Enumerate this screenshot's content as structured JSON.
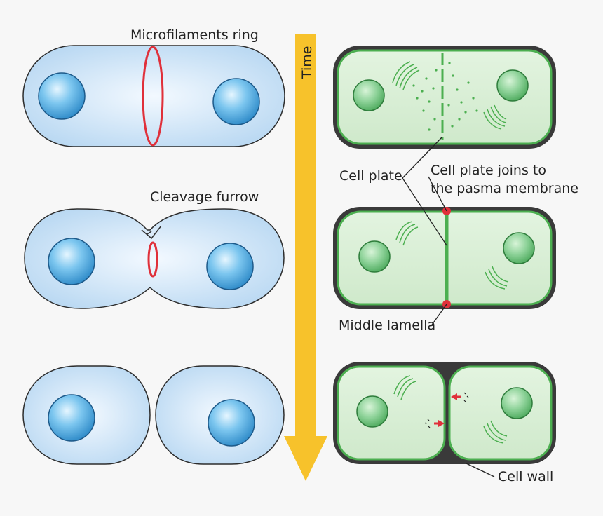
{
  "labels": {
    "time": "Time",
    "microfilaments_ring": "Microfilaments ring",
    "cleavage_furrow": "Cleavage furrow",
    "cell_plate": "Cell plate",
    "cell_plate_joins_line1": "Cell plate joins to",
    "cell_plate_joins_line2": "the pasma membrane",
    "middle_lamella": "Middle lamella",
    "cell_wall": "Cell wall"
  },
  "colors": {
    "animal_cell_fill": "#cde4f7",
    "nucleus_blue": "#4aa8e0",
    "contractile_ring": "#e0303a",
    "time_arrow": "#f7c22b",
    "plant_cell_fill": "#d8eed4",
    "plant_membrane": "#4caf50",
    "cell_wall": "#333333",
    "plant_nucleus": "#5cbf6a"
  }
}
